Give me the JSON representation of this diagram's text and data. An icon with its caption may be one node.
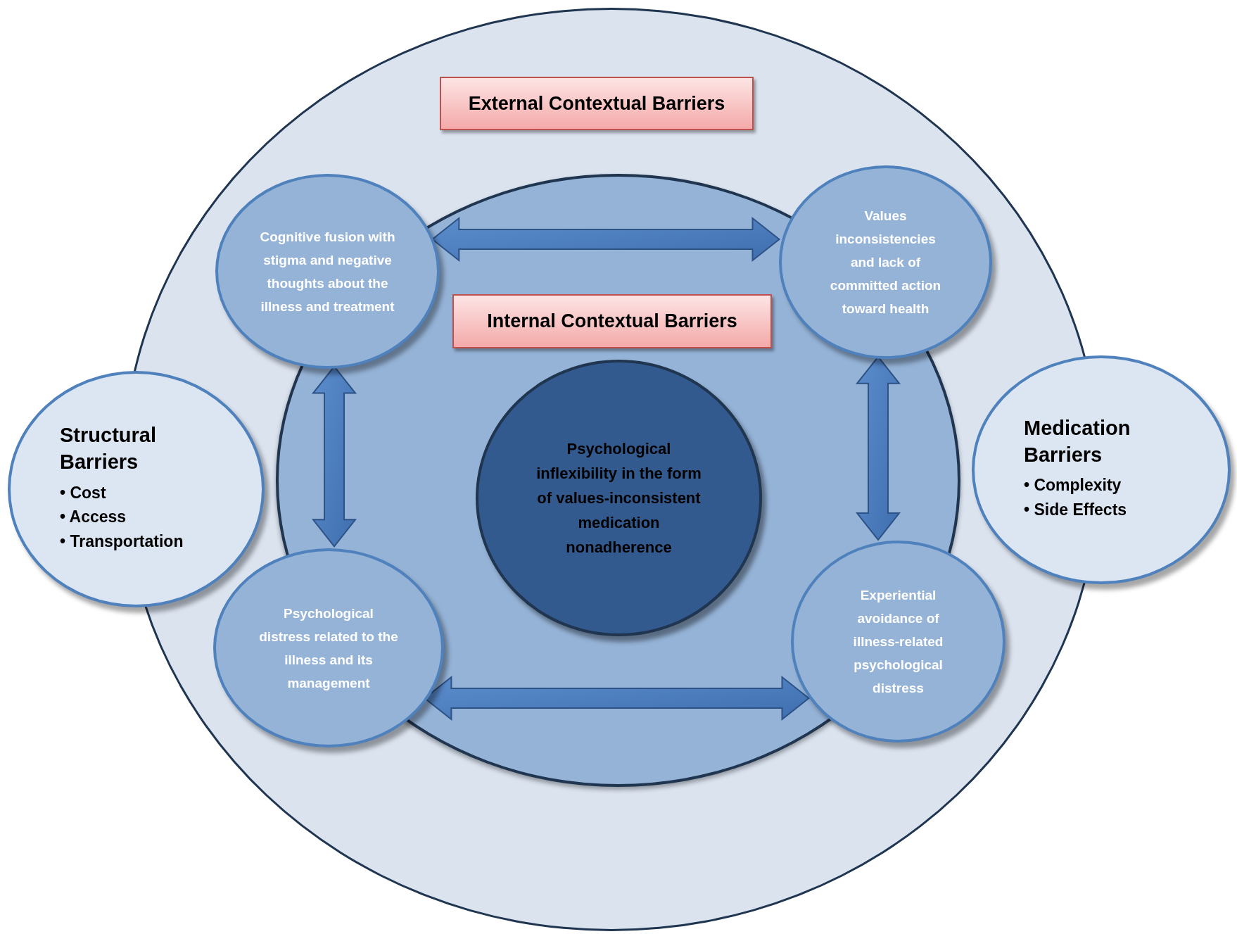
{
  "diagram": {
    "nodes": [
      {
        "text": [],
        "shape": "circle"
      },
      {
        "text": [
          "External Contextual Barriers"
        ],
        "in": 0
      },
      {
        "text": [],
        "shape": "circle",
        "in": 0
      },
      {
        "text": [
          "Cognitive fusion with stigma and negative thoughts about the illness and treatment"
        ],
        "in": 0
      },
      {
        "text": [
          "Values inconsistencies and lack of committed action toward health"
        ],
        "in": 0
      },
      {
        "text": [
          "Internal Contextual Barriers"
        ],
        "in": 2
      },
      {
        "text": [
          "Psychological inflexibility in the form of values-inconsistent medication nonadherence"
        ],
        "in": 2
      },
      {
        "text": [
          "Structural Barriers",
          "• Cost",
          "• Access",
          "• Transportation"
        ]
      },
      {
        "text": [
          "Medication Barriers",
          "• Complexity",
          "• Side Effects"
        ]
      },
      {
        "text": [
          "Psychological distress related to the illness and its management"
        ],
        "in": 0
      },
      {
        "text": [
          "Experiential avoidance of illness-related psychological distress"
        ],
        "in": 0
      }
    ],
    "edges": [
      {
        "from": 3,
        "to": 4,
        "arrow": "both",
        "style": "thick"
      },
      {
        "from": 3,
        "to": 9,
        "arrow": "both",
        "style": "thick"
      },
      {
        "from": 4,
        "to": 10,
        "arrow": "both",
        "style": "thick"
      },
      {
        "from": 9,
        "to": 10,
        "arrow": "both",
        "style": "thick"
      }
    ]
  }
}
